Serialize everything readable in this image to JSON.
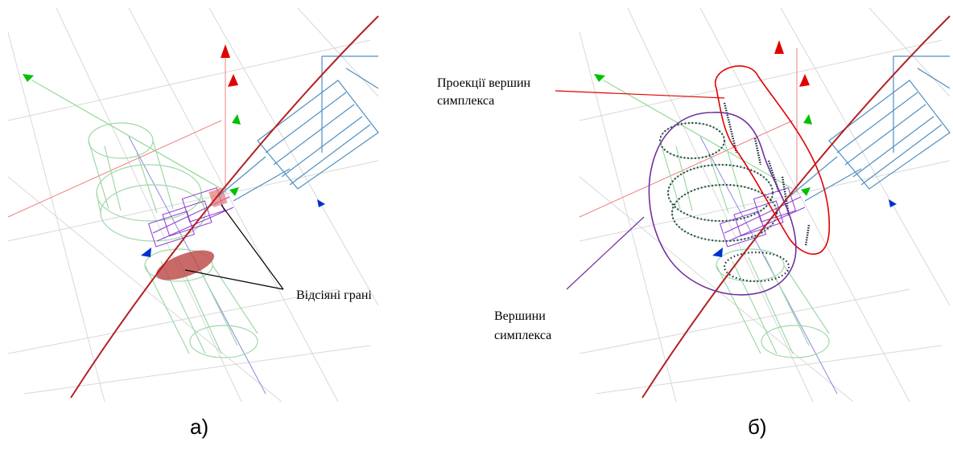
{
  "panels": {
    "left": {
      "caption": "а)",
      "annotation": "Відсіяні грані"
    },
    "right": {
      "caption": "б)",
      "annotation_projections_line1": "Проекції вершин",
      "annotation_projections_line2": "симплекса",
      "annotation_vertices_line1": "Вершини",
      "annotation_vertices_line2": "симплекса"
    }
  },
  "colors": {
    "grid": "#d8d8d8",
    "trajectory": "#b22222",
    "green_part": "#9fd8a8",
    "blue_part": "#4f8fc0",
    "purple_part": "#8a3ccf",
    "highlight_face": "#c0504d",
    "axis_red": "#e00000",
    "axis_green": "#00c000",
    "axis_blue": "#0030d0",
    "outline_red": "#e00000",
    "outline_purple": "#7030a0",
    "vertex_dots": "#1a2a3a"
  },
  "icons": [
    "arrow-cone-red",
    "arrow-cone-green",
    "arrow-cone-blue"
  ]
}
